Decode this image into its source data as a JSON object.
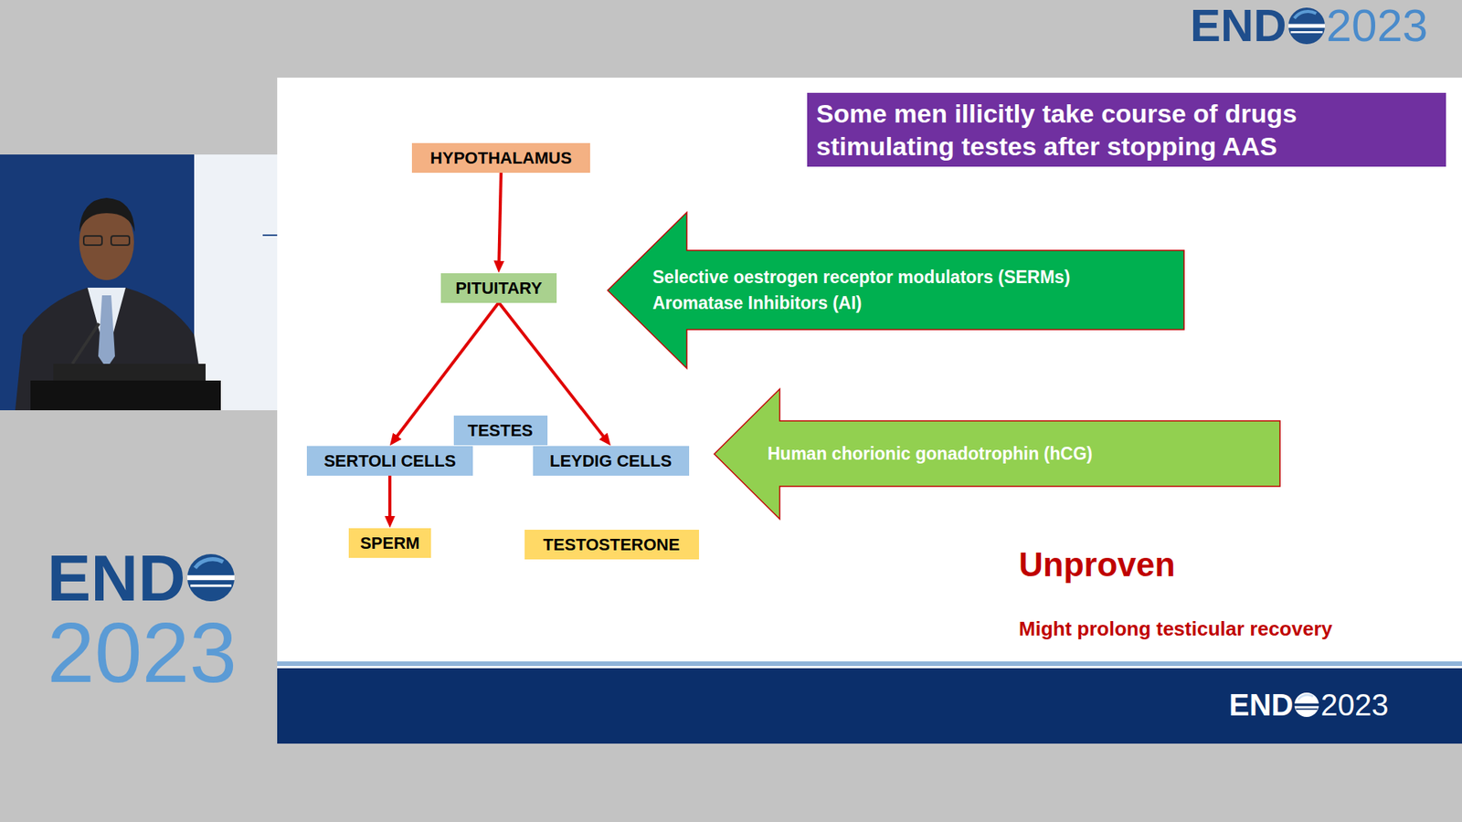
{
  "diagram": {
    "title": "Some men illicitly take course of drugs stimulating testes after stopping AAS",
    "nodes": [
      {
        "text": [
          "HYPOTHALAMUS"
        ]
      },
      {
        "text": [
          "PITUITARY"
        ]
      },
      {
        "text": [
          "Selective oestrogen receptor modulators (SERMs)",
          "Aromatase Inhibitors (AI)"
        ]
      },
      {
        "text": [
          "TESTES"
        ]
      },
      {
        "text": [
          "SERTOLI CELLS"
        ]
      },
      {
        "text": [
          "LEYDIG CELLS"
        ]
      },
      {
        "text": [
          "Human chorionic gonadotrophin (hCG)"
        ]
      },
      {
        "text": [
          "SPERM"
        ]
      },
      {
        "text": [
          "TESTOSTERONE"
        ]
      }
    ],
    "edges": [
      {
        "from": 0,
        "to": 1,
        "arrow": "to"
      },
      {
        "from": 1,
        "to": 4,
        "arrow": "to"
      },
      {
        "from": 1,
        "to": 5,
        "arrow": "to"
      },
      {
        "from": 4,
        "to": 7,
        "arrow": "to"
      }
    ],
    "labels": [
      "END",
      "2023",
      "END",
      "2023",
      "Unproven",
      "Might prolong testicular recovery",
      "END",
      "2023"
    ]
  }
}
